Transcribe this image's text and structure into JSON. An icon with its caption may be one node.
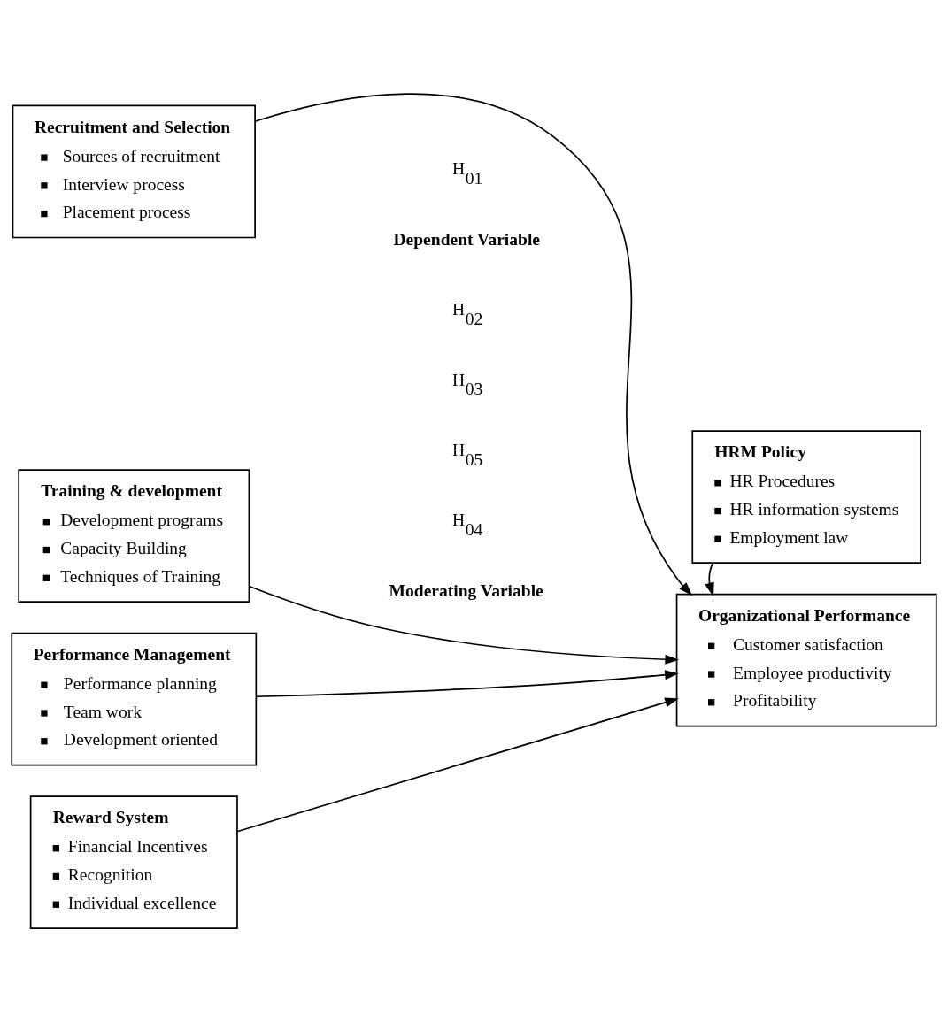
{
  "diagram": {
    "nodes": [
      {
        "text": [
          "Recruitment and Selection",
          "Sources of recruitment",
          "Interview process",
          "Placement process"
        ]
      },
      {
        "text": [
          "Training & development",
          "Development programs",
          "Capacity Building",
          "Techniques of Training"
        ]
      },
      {
        "text": [
          "Performance Management",
          "Performance planning",
          "Team work",
          "Development oriented"
        ]
      },
      {
        "text": [
          "Reward System",
          "Financial Incentives",
          "Recognition",
          "Individual excellence"
        ]
      },
      {
        "text": [
          "Organizational Performance",
          "Customer satisfaction",
          "Employee productivity",
          "Profitability"
        ]
      },
      {
        "text": [
          "HRM Policy",
          "HR Procedures",
          "HR information systems",
          "Employment law"
        ]
      }
    ],
    "edges": [
      {
        "from": 0,
        "to": 4,
        "arrow": "to"
      },
      {
        "from": 1,
        "to": 4,
        "arrow": "to"
      },
      {
        "from": 2,
        "to": 4,
        "arrow": "to"
      },
      {
        "from": 3,
        "to": 4,
        "arrow": "to"
      },
      {
        "from": 5,
        "to": 4,
        "arrow": "to"
      }
    ],
    "labels": [
      "H$_{01}$",
      "Dependent Variable",
      "H$_{02}$",
      "H$_{03}$",
      "H$_{05}$",
      "H$_{04}$",
      "Moderating Variable"
    ]
  }
}
